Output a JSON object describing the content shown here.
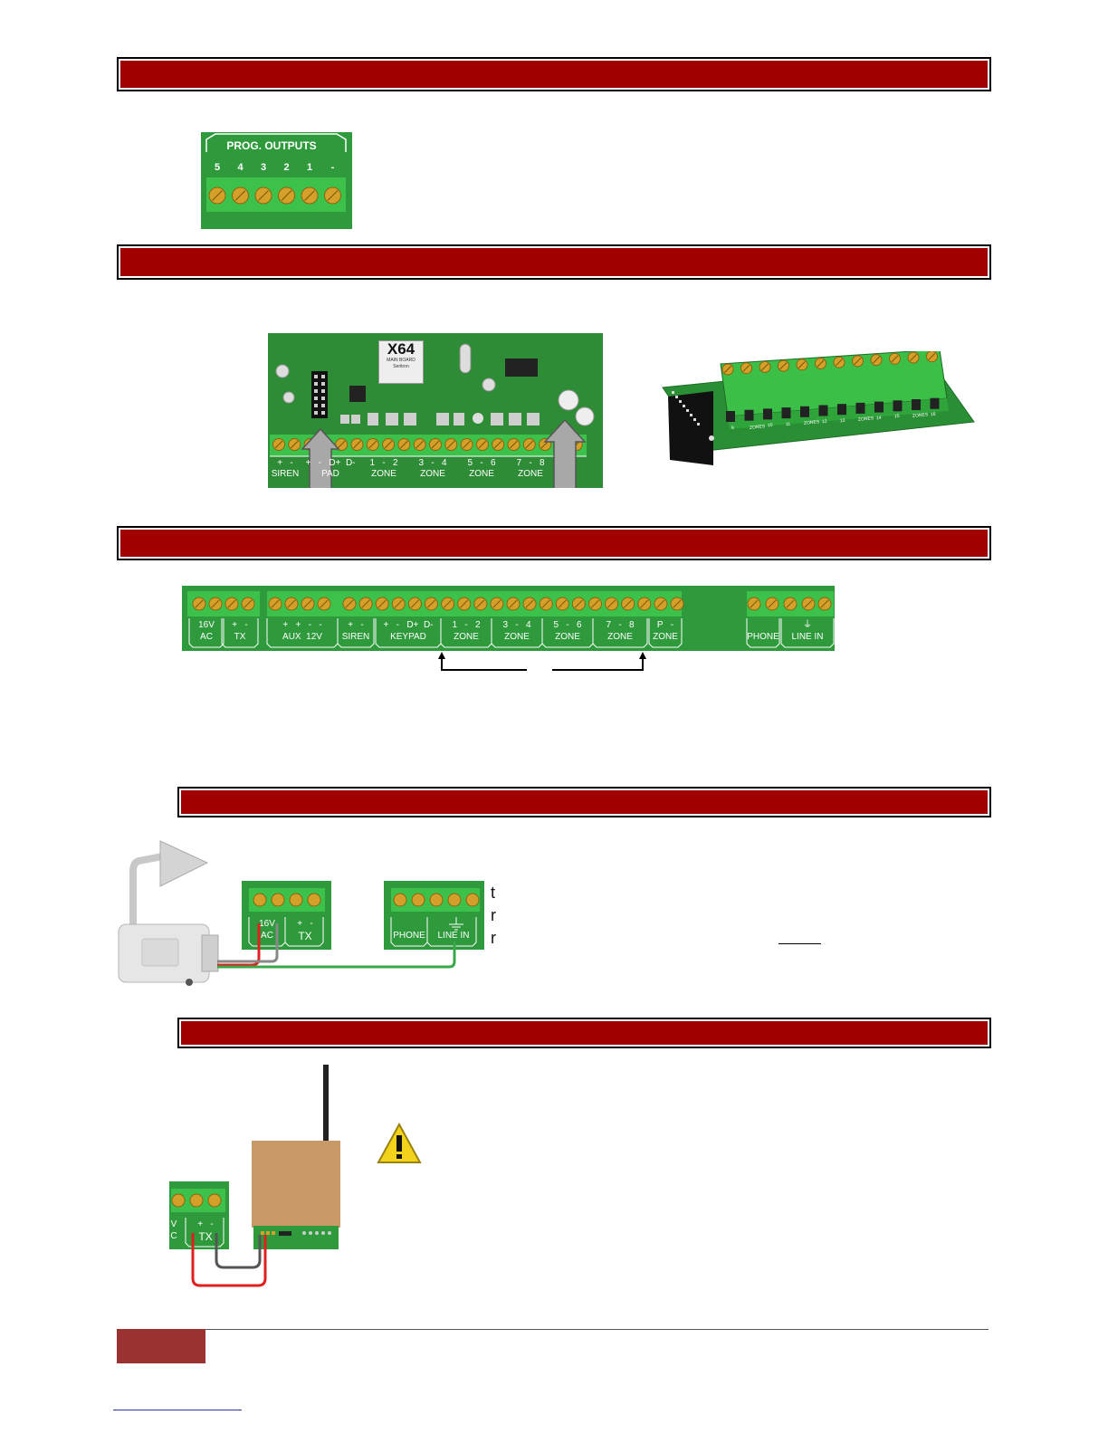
{
  "prog_outputs": {
    "title": "PROG. OUTPUTS",
    "terminals": [
      "5",
      "4",
      "3",
      "2",
      "1",
      "-"
    ]
  },
  "board": {
    "chip_label": "X64",
    "chip_sub1": "MAIN BOARD",
    "chip_sub2": "Seritron",
    "groups": [
      {
        "pol": "+   -",
        "name": "SIREN"
      },
      {
        "pol": "+   -   D+  D-",
        "name": "PAD"
      },
      {
        "pol": "1   -   2",
        "name": "ZONE"
      },
      {
        "pol": "3   -   4",
        "name": "ZONE"
      },
      {
        "pol": "5   -   6",
        "name": "ZONE"
      },
      {
        "pol": "7   -   8",
        "name": "ZONE"
      }
    ]
  },
  "expander": {
    "labels": [
      "9",
      "ZONES",
      "10",
      "11",
      "ZONES",
      "12",
      "13",
      "ZONES",
      "14",
      "15",
      "ZONES",
      "16"
    ]
  },
  "terminal_strip": {
    "groups": [
      {
        "pol": "16V",
        "name": "AC"
      },
      {
        "pol": "+   -",
        "name": "TX"
      },
      {
        "pol": "+   +   -   -",
        "name": "AUX  12V"
      },
      {
        "pol": "+   -",
        "name": "SIREN"
      },
      {
        "pol": "+   -   D+  D-",
        "name": "KEYPAD"
      },
      {
        "pol": "1   -   2",
        "name": "ZONE"
      },
      {
        "pol": "3   -   4",
        "name": "ZONE"
      },
      {
        "pol": "5   -   6",
        "name": "ZONE"
      },
      {
        "pol": "7   -   8",
        "name": "ZONE"
      },
      {
        "pol": "P   -",
        "name": "ZONE"
      },
      {
        "pol": "",
        "name": "PHONE"
      },
      {
        "pol": "⏚",
        "name": "LINE IN"
      }
    ]
  },
  "power": {
    "ac_pol": "16V",
    "ac_name": "AC",
    "tx_pol": "+   -",
    "tx_name": "TX",
    "phone_name": "PHONE",
    "line_name": "LINE IN",
    "cut_text": [
      "t",
      "r",
      "r"
    ]
  },
  "gsm": {
    "ac_pol": "V",
    "ac_name": "C",
    "tx_pol": "+   -",
    "tx_name": "TX",
    "warning_icon": "warning-triangle"
  },
  "colors": {
    "header_bar": "#a00000",
    "pcb_green": "#2e9a3c",
    "screw_gold": "#d4a02a",
    "wire_red": "#e02020",
    "wire_gray": "#555555",
    "wire_green": "#3aa84a",
    "footer_block": "#9a3232"
  }
}
